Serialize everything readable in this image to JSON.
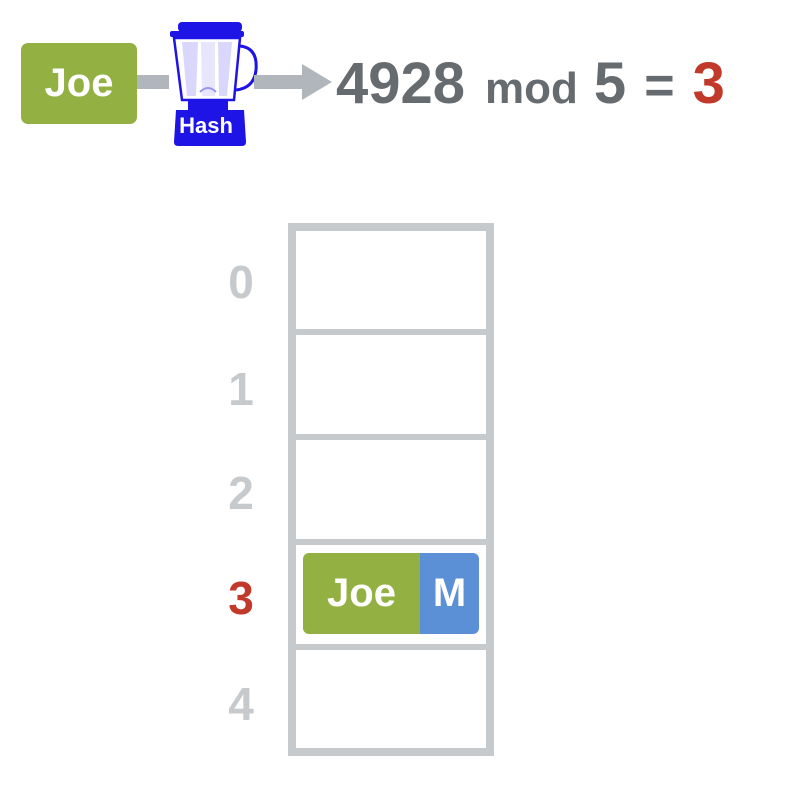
{
  "colors": {
    "key_green": "#93b043",
    "value_blue": "#5b8fd6",
    "arrow_gray": "#b0b6bc",
    "text_gray": "#666b70",
    "index_gray": "#c6cacd",
    "highlight_red": "#c0392b",
    "blender_blue": "#1e14e6",
    "table_border": "#c6cacd"
  },
  "input": {
    "key": "Joe"
  },
  "hash_function": {
    "label": "Hash",
    "icon": "blender-icon"
  },
  "equation": {
    "hash_value": "4928",
    "operator": "mod",
    "divisor": "5",
    "equals": "=",
    "result": "3"
  },
  "table": {
    "indices": [
      "0",
      "1",
      "2",
      "3",
      "4"
    ],
    "highlighted_index": "3",
    "entry": {
      "key": "Joe",
      "value": "M"
    }
  }
}
